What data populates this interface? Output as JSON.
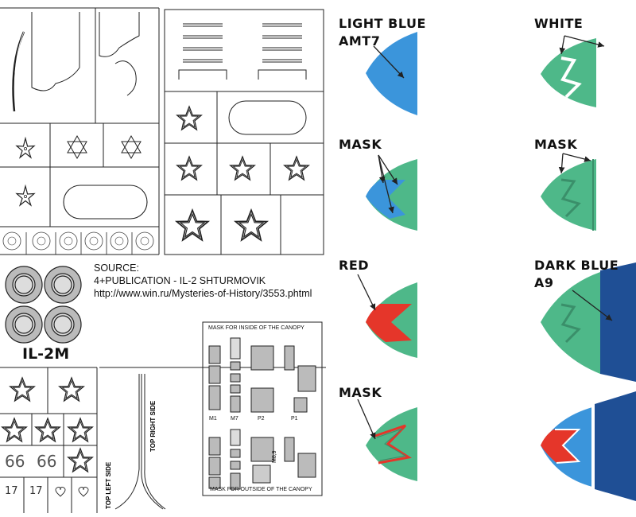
{
  "left_sheet": {
    "source_heading": "SOURCE:",
    "source_line": "4+PUBLICATION - IL-2 SHTURMOVIK",
    "source_url": "http://www.win.ru/Mysteries-of-History/3553.phtml",
    "model_title": "IL-2M",
    "mask_inside_title": "MASK FOR INSIDE OF THE CANOPY",
    "mask_outside_title": "MASK FOR OUTSIDE OF THE CANOPY",
    "mask_labels": [
      "M1",
      "M7",
      "P2",
      "P1"
    ],
    "mask_label_extra": "M8,9",
    "top_left_side": "TOP LEFT SIDE",
    "top_right_side": "TOP RIGHT SIDE",
    "numbers": [
      "66",
      "66"
    ],
    "small_numbers": [
      "17",
      "17"
    ]
  },
  "steps": [
    {
      "label": "LIGHT BLUE",
      "sublabel": "AMT7"
    },
    {
      "label": "WHITE",
      "sublabel": ""
    },
    {
      "label": "MASK",
      "sublabel": ""
    },
    {
      "label": "MASK",
      "sublabel": ""
    },
    {
      "label": "RED",
      "sublabel": ""
    },
    {
      "label": "DARK BLUE",
      "sublabel": "A9"
    },
    {
      "label": "MASK",
      "sublabel": ""
    }
  ],
  "colors": {
    "light_blue": "#3b95db",
    "green": "#4eb889",
    "red": "#e5362a",
    "dark_blue": "#1f4f95",
    "line": "#222222"
  }
}
